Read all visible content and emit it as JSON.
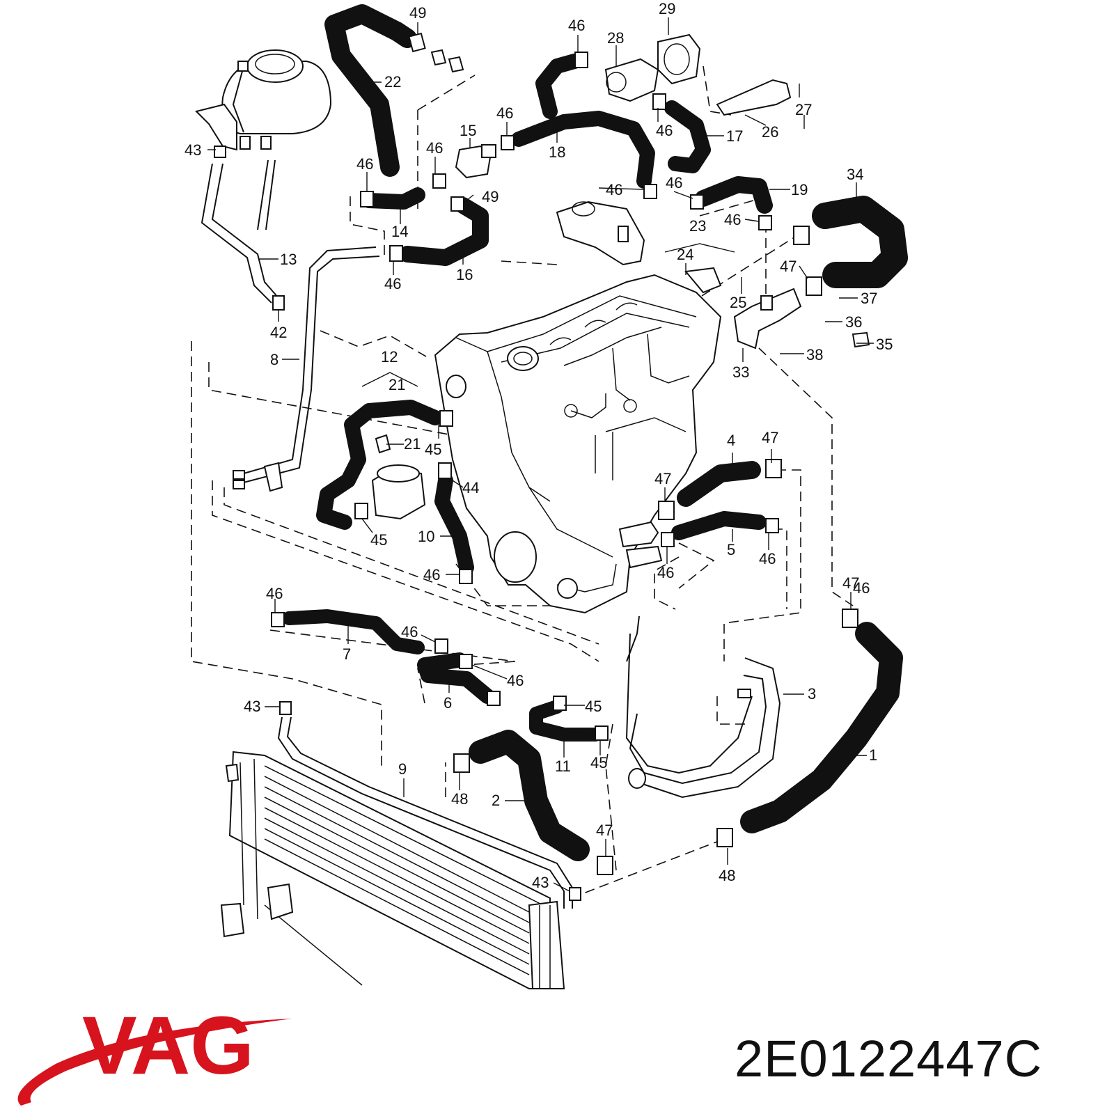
{
  "brand": {
    "name": "VAG",
    "color": "#d7131d"
  },
  "part_number": "2E0122447C",
  "callouts": [
    {
      "id": "c1",
      "text": "1"
    },
    {
      "id": "c2",
      "text": "2"
    },
    {
      "id": "c3",
      "text": "3"
    },
    {
      "id": "c4",
      "text": "4"
    },
    {
      "id": "c5",
      "text": "5"
    },
    {
      "id": "c6",
      "text": "6"
    },
    {
      "id": "c7",
      "text": "7"
    },
    {
      "id": "c8",
      "text": "8"
    },
    {
      "id": "c9",
      "text": "9"
    },
    {
      "id": "c10",
      "text": "10"
    },
    {
      "id": "c11",
      "text": "11"
    },
    {
      "id": "c12",
      "text": "12"
    },
    {
      "id": "c13",
      "text": "13"
    },
    {
      "id": "c14",
      "text": "14"
    },
    {
      "id": "c15",
      "text": "15"
    },
    {
      "id": "c16",
      "text": "16"
    },
    {
      "id": "c17",
      "text": "17"
    },
    {
      "id": "c18",
      "text": "18"
    },
    {
      "id": "c19",
      "text": "19"
    },
    {
      "id": "c21a",
      "text": "21"
    },
    {
      "id": "c21b",
      "text": "21"
    },
    {
      "id": "c22",
      "text": "22"
    },
    {
      "id": "c23",
      "text": "23"
    },
    {
      "id": "c24",
      "text": "24"
    },
    {
      "id": "c25",
      "text": "25"
    },
    {
      "id": "c26",
      "text": "26"
    },
    {
      "id": "c27",
      "text": "27"
    },
    {
      "id": "c28",
      "text": "28"
    },
    {
      "id": "c29",
      "text": "29"
    },
    {
      "id": "c33",
      "text": "33"
    },
    {
      "id": "c34",
      "text": "34"
    },
    {
      "id": "c35",
      "text": "35"
    },
    {
      "id": "c36",
      "text": "36"
    },
    {
      "id": "c37",
      "text": "37"
    },
    {
      "id": "c38",
      "text": "38"
    },
    {
      "id": "c42",
      "text": "42"
    },
    {
      "id": "c43a",
      "text": "43"
    },
    {
      "id": "c43b",
      "text": "43"
    },
    {
      "id": "c43c",
      "text": "43"
    },
    {
      "id": "c44",
      "text": "44"
    },
    {
      "id": "c45a",
      "text": "45"
    },
    {
      "id": "c45b",
      "text": "45"
    },
    {
      "id": "c45c",
      "text": "45"
    },
    {
      "id": "c45d",
      "text": "45"
    },
    {
      "id": "c46a",
      "text": "46"
    },
    {
      "id": "c46b",
      "text": "46"
    },
    {
      "id": "c46c",
      "text": "46"
    },
    {
      "id": "c46d",
      "text": "46"
    },
    {
      "id": "c46e",
      "text": "46"
    },
    {
      "id": "c46f",
      "text": "46"
    },
    {
      "id": "c46g",
      "text": "46"
    },
    {
      "id": "c46h",
      "text": "46"
    },
    {
      "id": "c46i",
      "text": "46"
    },
    {
      "id": "c46j",
      "text": "46"
    },
    {
      "id": "c46k",
      "text": "46"
    },
    {
      "id": "c46l",
      "text": "46"
    },
    {
      "id": "c46m",
      "text": "46"
    },
    {
      "id": "c46n",
      "text": "46"
    },
    {
      "id": "c46o",
      "text": "46"
    },
    {
      "id": "c46p",
      "text": "46"
    },
    {
      "id": "c47a",
      "text": "47"
    },
    {
      "id": "c47b",
      "text": "47"
    },
    {
      "id": "c47c",
      "text": "47"
    },
    {
      "id": "c47d",
      "text": "47"
    },
    {
      "id": "c47e",
      "text": "47"
    },
    {
      "id": "c48a",
      "text": "48"
    },
    {
      "id": "c48b",
      "text": "48"
    },
    {
      "id": "c49a",
      "text": "49"
    },
    {
      "id": "c49b",
      "text": "49"
    }
  ]
}
